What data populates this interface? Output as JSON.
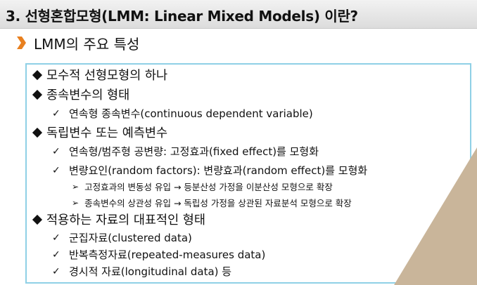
{
  "header": {
    "title": "3. 선형혼합모형(LMM: Linear Mixed Models) 이란?"
  },
  "section": {
    "subtitle": "LMM의 주요 특성"
  },
  "colors": {
    "accent_orange": "#e8801f",
    "panel_border": "#8fd0e6",
    "triangle": "#c9b59a"
  },
  "content": {
    "items": [
      {
        "level": 1,
        "marker": "◆",
        "text": "모수적 선형모형의 하나"
      },
      {
        "level": 1,
        "marker": "◆",
        "text": "종속변수의 형태"
      },
      {
        "level": 2,
        "marker": "✓",
        "text": "연속형 종속변수(continuous dependent variable)"
      },
      {
        "level": 1,
        "marker": "◆",
        "text": "독립변수 또는 예측변수"
      },
      {
        "level": 2,
        "marker": "✓",
        "text": "연속형/범주형 공변량: 고정효과(fixed effect)를 모형화"
      },
      {
        "level": 2,
        "marker": "✓",
        "text": "변량요인(random factors): 변량효과(random effect)를 모형화"
      },
      {
        "level": 3,
        "marker": "➢",
        "text": "고정효과의 변동성 유입 → 등분산성 가정을 이분산성 모형으로 확장"
      },
      {
        "level": 3,
        "marker": "➢",
        "text": "종속변수의 상관성 유입 → 독립성 가정을 상관된 자료분석 모형으로 확장"
      },
      {
        "level": 1,
        "marker": "◆",
        "text": "적용하는 자료의 대표적인 형태"
      },
      {
        "level": 2,
        "marker": "✓",
        "text": "군집자료(clustered data)"
      },
      {
        "level": 2,
        "marker": "✓",
        "text": "반복측정자료(repeated-measures data)"
      },
      {
        "level": 2,
        "marker": "✓",
        "text": "경시적 자료(longitudinal data) 등"
      }
    ]
  }
}
